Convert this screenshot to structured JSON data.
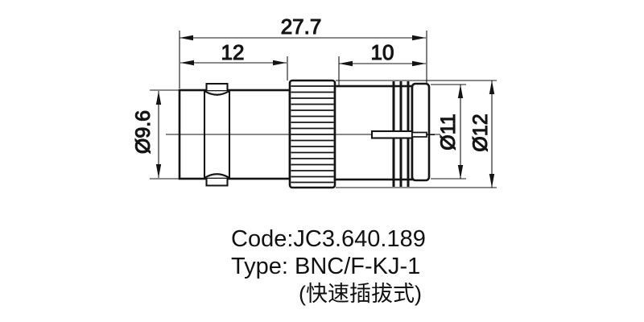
{
  "drawing": {
    "dimensions": {
      "overall_length": "27.7",
      "bnc_section_length": "12",
      "f_section_length": "10",
      "bnc_diameter": "Ø9.6",
      "f_inner_diameter": "Ø11",
      "f_outer_diameter": "Ø12"
    },
    "caption": {
      "code": "Code:JC3.640.189",
      "type": "Type: BNC/F-KJ-1",
      "note": "(快速插拔式)"
    },
    "colors": {
      "ink": "#141414",
      "background": "#ffffff"
    }
  }
}
